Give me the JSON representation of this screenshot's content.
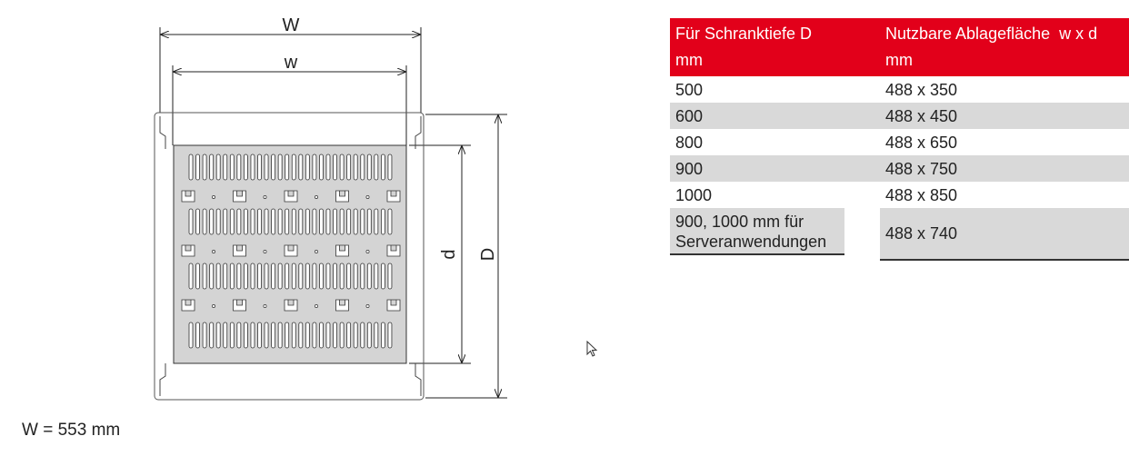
{
  "diagram": {
    "label_W": "W",
    "label_w": "w",
    "label_d": "d",
    "label_D": "D"
  },
  "caption": "W = 553 mm",
  "table": {
    "headers": [
      [
        "Für Schranktiefe D",
        "mm"
      ],
      [
        "Nutzbare Ablagefläche  w x d",
        "mm"
      ]
    ],
    "rows": [
      [
        "500",
        "488 x 350"
      ],
      [
        "600",
        "488 x 450"
      ],
      [
        "800",
        "488 x 650"
      ],
      [
        "900",
        "488 x 750"
      ],
      [
        "1000",
        "488 x 850"
      ],
      [
        "900, 1000 mm für Serveranwendungen",
        "488 x 740"
      ]
    ]
  },
  "colors": {
    "header": "#e2001a",
    "alt_row": "#d9d9d9",
    "shelf": "#d4d4d4"
  }
}
